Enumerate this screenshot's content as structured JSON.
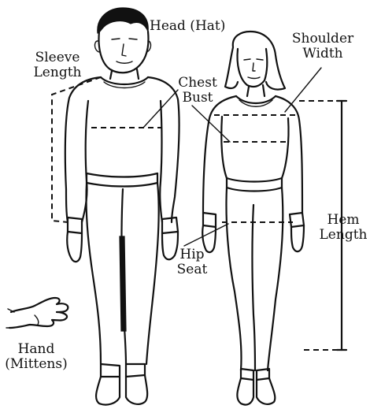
{
  "labels": {
    "head": "Head (Hat)",
    "sleeve_line1": "Sleeve",
    "sleeve_line2": "Length",
    "chest_line1": "Chest",
    "chest_line2": "Bust",
    "shoulder_line1": "Shoulder",
    "shoulder_line2": "Width",
    "hem_line1": "Hem",
    "hem_line2": "Length",
    "hip_line1": "Hip",
    "hip_line2": "Seat",
    "hand_line1": "Hand",
    "hand_line2": "(Mittens)"
  },
  "colors": {
    "ink": "#111111",
    "background": "#ffffff"
  }
}
